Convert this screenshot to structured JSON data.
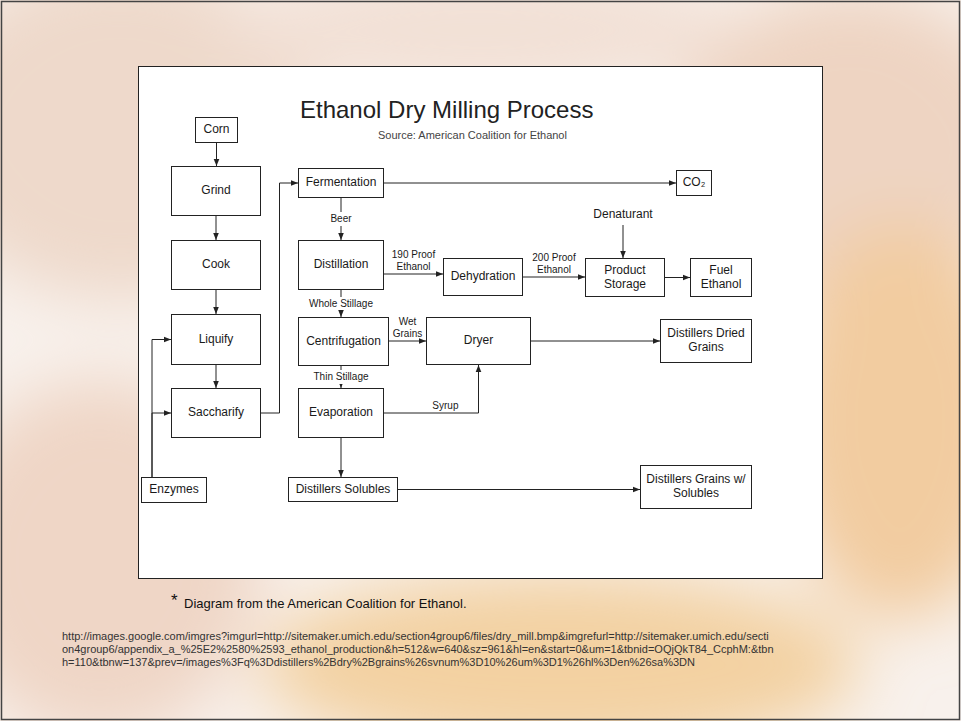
{
  "diagram": {
    "title": "Ethanol Dry Milling Process",
    "caption": "Diagram from the American Coalition for Ethanol.",
    "nodes": [
      {
        "text": [
          "Corn"
        ]
      },
      {
        "text": [
          "Grind"
        ]
      },
      {
        "text": [
          "Cook"
        ]
      },
      {
        "text": [
          "Liquify"
        ]
      },
      {
        "text": [
          "Saccharify"
        ]
      },
      {
        "text": [
          "Enzymes"
        ]
      },
      {
        "text": [
          "Fermentation"
        ]
      },
      {
        "text": [
          "Distillation"
        ]
      },
      {
        "text": [
          "Centrifugation"
        ]
      },
      {
        "text": [
          "Evaporation"
        ]
      },
      {
        "text": [
          "Distillers Solubles"
        ]
      },
      {
        "text": [
          "Dehydration"
        ]
      },
      {
        "text": [
          "Dryer"
        ]
      },
      {
        "text": [
          "Product Storage"
        ]
      },
      {
        "text": [
          "CO₂"
        ]
      },
      {
        "text": [
          "Fuel Ethanol"
        ]
      },
      {
        "text": [
          "Distillers Dried Grains"
        ]
      },
      {
        "text": [
          "Distillers Grains w/ Solubles"
        ]
      }
    ],
    "edges": [
      {
        "from": 0,
        "to": 1,
        "arrow": "to"
      },
      {
        "from": 1,
        "to": 2,
        "arrow": "to"
      },
      {
        "from": 2,
        "to": 3,
        "arrow": "to"
      },
      {
        "from": 3,
        "to": 4,
        "arrow": "to"
      },
      {
        "from": 5,
        "to": 3,
        "arrow": "to"
      },
      {
        "from": 5,
        "to": 4,
        "arrow": "to"
      },
      {
        "from": 4,
        "to": 6,
        "arrow": "to"
      },
      {
        "from": 6,
        "to": 14,
        "arrow": "to"
      },
      {
        "from": 6,
        "to": 7,
        "label": "Beer",
        "arrow": "to"
      },
      {
        "from": 7,
        "to": 11,
        "label": "190 Proof Ethanol",
        "arrow": "to"
      },
      {
        "from": 11,
        "to": 13,
        "label": "200 Proof Ethanol",
        "arrow": "to"
      },
      {
        "from": 13,
        "to": 15,
        "arrow": "to"
      },
      {
        "from": 7,
        "to": 8,
        "label": "Whole Stillage",
        "arrow": "to"
      },
      {
        "from": 8,
        "to": 12,
        "label": "Wet Grains",
        "arrow": "to"
      },
      {
        "from": 12,
        "to": 16,
        "arrow": "to"
      },
      {
        "from": 8,
        "to": 9,
        "label": "Thin Stillage",
        "arrow": "to"
      },
      {
        "from": 9,
        "to": 12,
        "label": "Syrup",
        "arrow": "to"
      },
      {
        "from": 9,
        "to": 10,
        "arrow": "to"
      },
      {
        "from": 10,
        "to": 17,
        "arrow": "to"
      }
    ],
    "labels": [
      "Source: American Coalition for Ethanol",
      "Denaturant",
      "*",
      "http://images.google.com/imgres?imgurl=http://sitemaker.umich.edu/section4group6/files/dry_mill.bmp&imgrefurl=http://sitemaker.umich.edu/secti on4group6/appendix_a_%25E2%2580%2593_ethanol_production&h=512&w=640&sz=961&hl=en&start=0&um=1&tbnid=OQjQkT84_CcphM:&tbn h=110&tbnw=137&prev=/images%3Fq%3Ddistillers%2Bdry%2Bgrains%26svnum%3D10%26um%3D1%26hl%3Den%26sa%3DN"
    ]
  }
}
